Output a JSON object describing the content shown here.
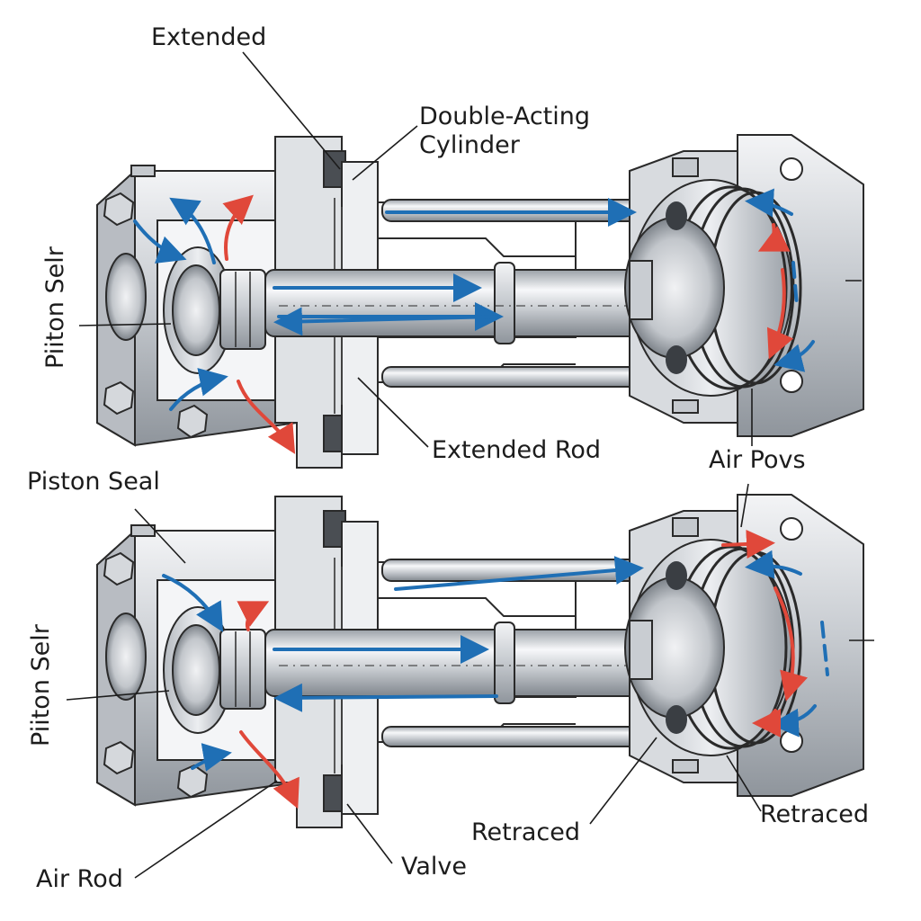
{
  "labels": {
    "extended": "Extended",
    "double_acting_line1": "Double-Acting",
    "double_acting_line2": "Cylinder",
    "piton_selr_top": "Piiton Selr",
    "extended_rod": "Extended Rod",
    "air_povs": "Air Povs",
    "piston_seal": "Piston Seal",
    "piton_selr_bottom": "Piiton Selr",
    "retraced_center": "Retraced",
    "retraced_right": "Retraced",
    "valve": "Valve",
    "air_rod": "Air Rod"
  },
  "colors": {
    "air_flow_blue": "#1f6fb5",
    "exhaust_red": "#e0483a",
    "metal_light": "#e4e6e9",
    "metal_mid": "#c3c7cc",
    "metal_dark": "#8e949b",
    "outline": "#2a2a2a"
  }
}
